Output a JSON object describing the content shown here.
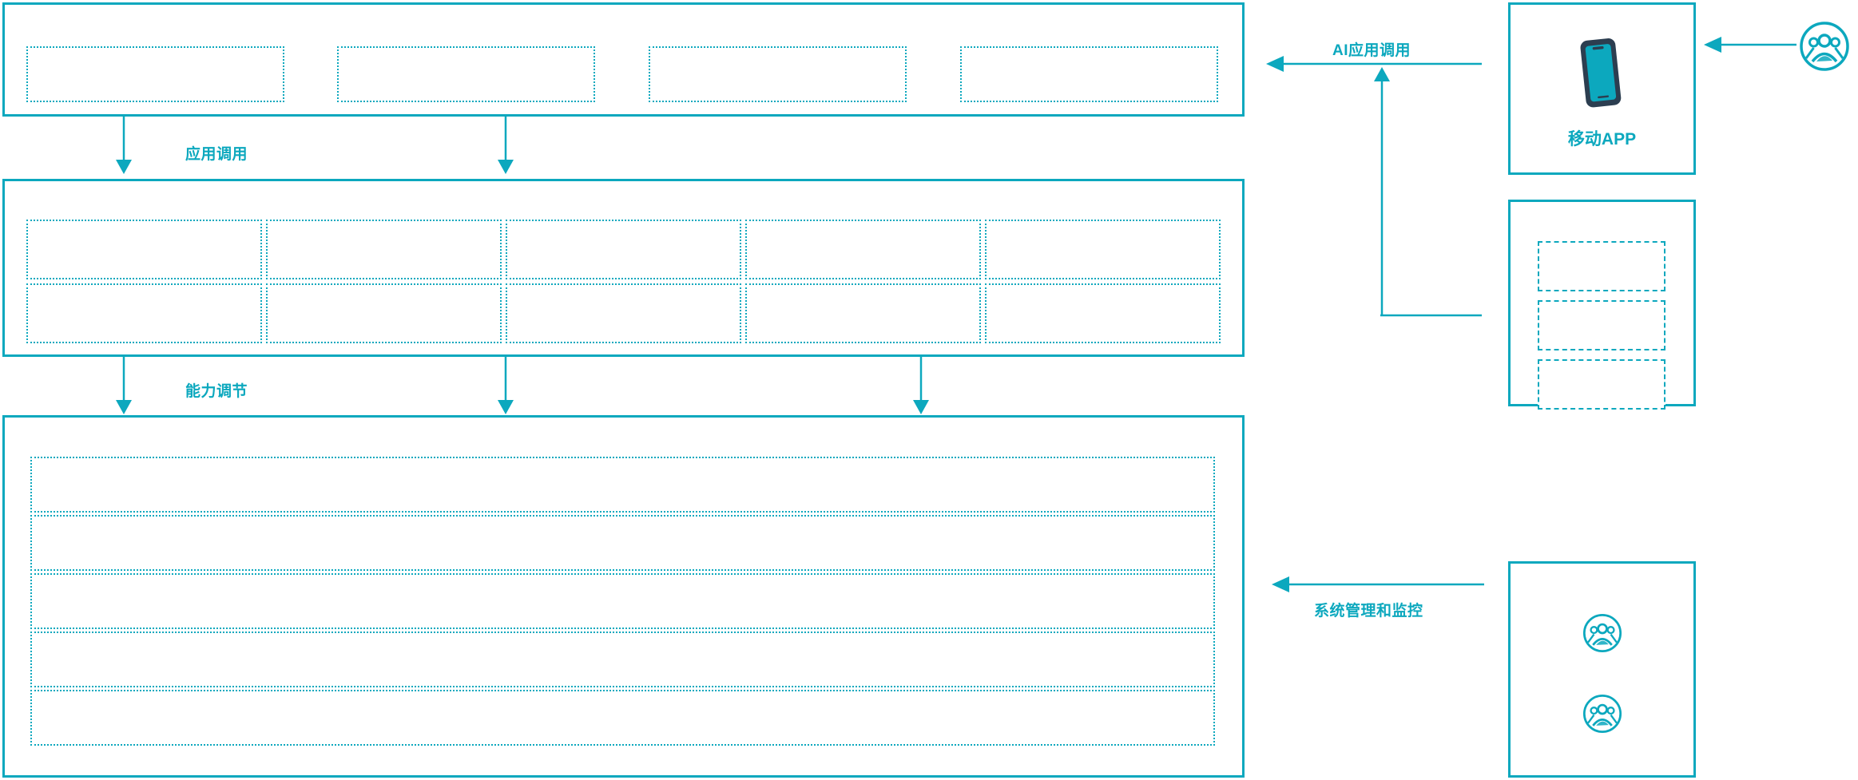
{
  "diagram": {
    "accent_color": "#0CA8BE",
    "phone_body_color": "#2C3E50",
    "background": "#ffffff"
  },
  "layers": {
    "application_layer": {
      "name": "application-layer-panel",
      "cells": [
        "",
        "",
        "",
        ""
      ]
    },
    "capability_layer": {
      "name": "capability-layer-panel",
      "rows": [
        [
          "",
          "",
          "",
          "",
          ""
        ],
        [
          "",
          "",
          "",
          "",
          ""
        ]
      ]
    },
    "infrastructure_layer": {
      "name": "infrastructure-layer-panel",
      "rows": [
        "",
        "",
        "",
        "",
        ""
      ]
    }
  },
  "flow_labels": {
    "app_call": "应用调用",
    "capability_adjust": "能力调节",
    "ai_app_call": "AI应用调用",
    "system_management": "系统管理和监控"
  },
  "right_column": {
    "mobile_app_box": {
      "caption": "移动APP",
      "icon": "mobile-phone-icon"
    },
    "client_list_box": {
      "cells": [
        "",
        "",
        ""
      ]
    },
    "admin_box": {
      "icons": [
        "users-group-icon",
        "users-group-icon"
      ]
    },
    "external_user": {
      "icon": "users-group-icon"
    }
  }
}
